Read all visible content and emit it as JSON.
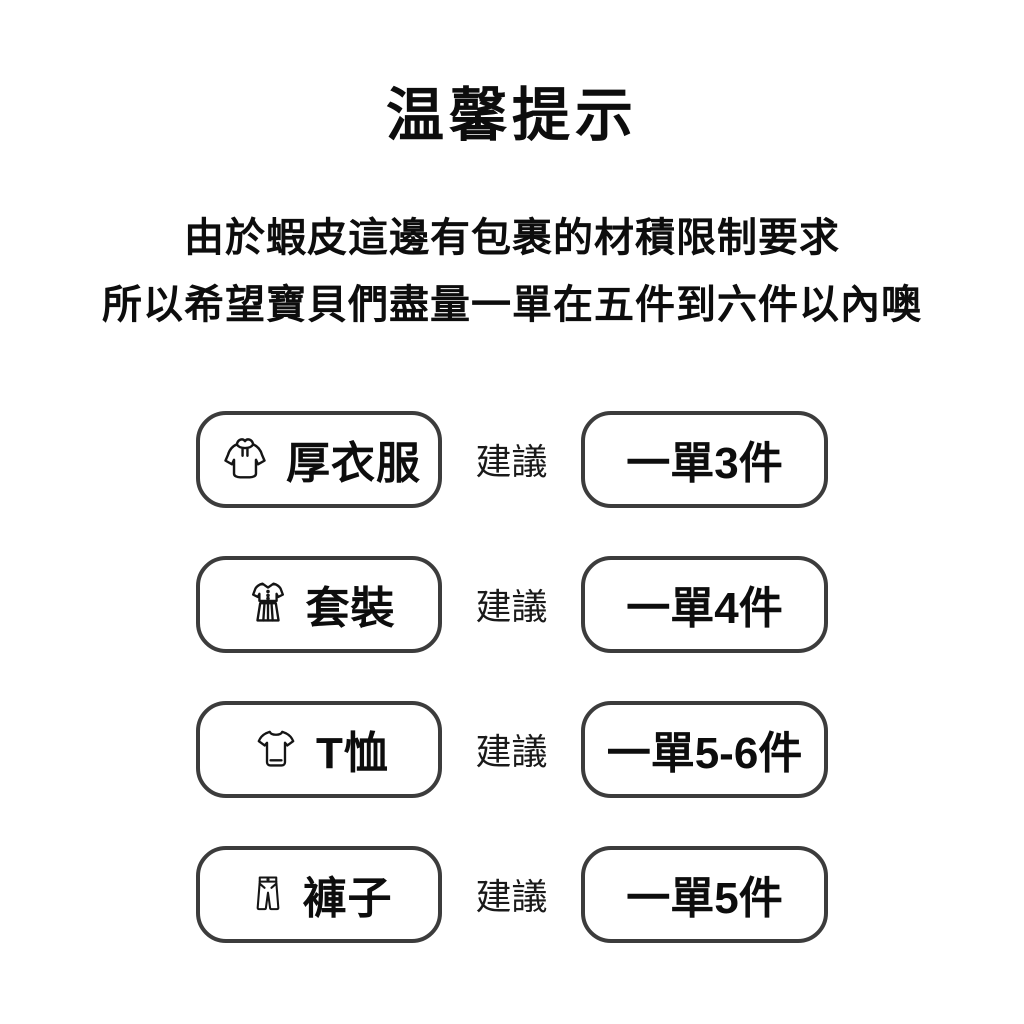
{
  "notice": {
    "title": "温馨提示",
    "intro": {
      "line1": "由於蝦皮這邊有包裹的材積限制要求",
      "line2": "所以希望寶貝們盡量一單在五件到六件以內噢"
    },
    "advice_label": "建議",
    "rows": [
      {
        "icon": "hoodie-icon",
        "category": "厚衣服",
        "suggestion": "一單3件"
      },
      {
        "icon": "dress-icon",
        "category": "套裝",
        "suggestion": "一單4件"
      },
      {
        "icon": "tshirt-icon",
        "category": "T恤",
        "suggestion": "一單5-6件"
      },
      {
        "icon": "pants-icon",
        "category": "褲子",
        "suggestion": "一單5件"
      }
    ],
    "colors": {
      "background": "#ffffff",
      "text": "#0d0d0d",
      "pill_border": "#3c3c3c",
      "icon_stroke": "#151515"
    }
  }
}
